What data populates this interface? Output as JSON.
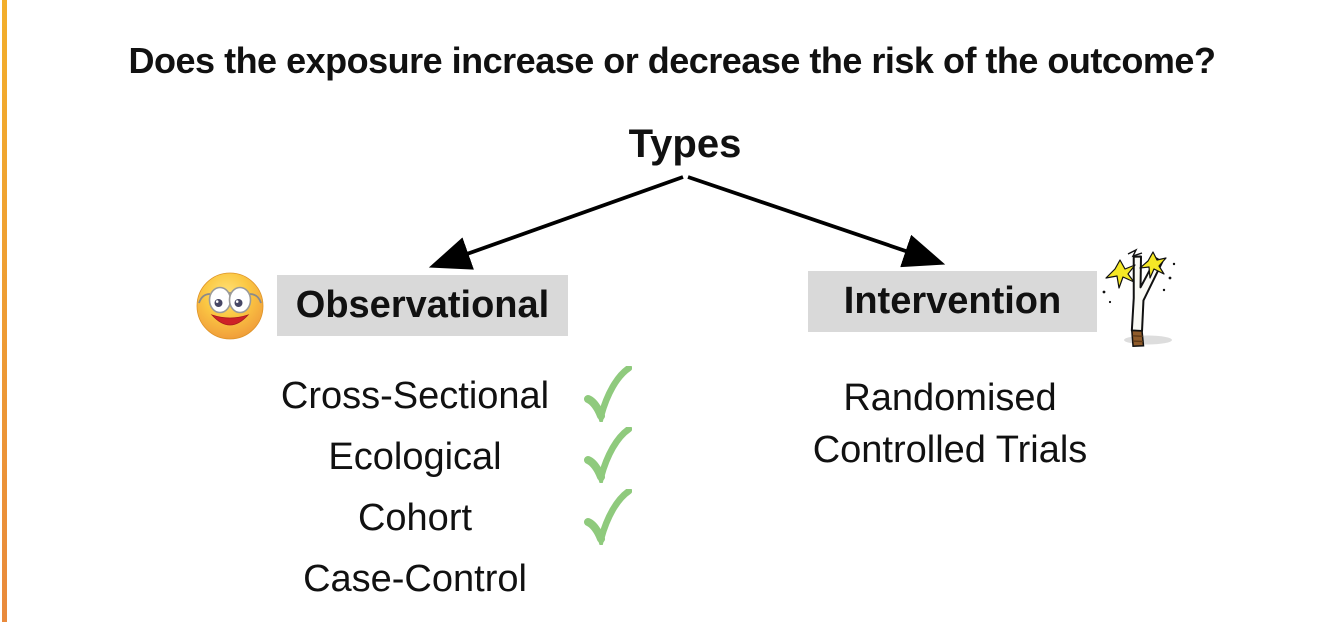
{
  "page": {
    "title": "Does the exposure increase or decrease the risk of the outcome?"
  },
  "colors": {
    "accent_bar_top": "#F3AF2B",
    "accent_bar_bottom": "#E98A3C",
    "highlight_gray": "#D9D9D9",
    "checkmark_green": "#8FCA7D",
    "text": "#111111"
  },
  "tree": {
    "root_label": "Types",
    "observational": {
      "label": "Observational",
      "icon": "smiley-face-with-glasses-icon",
      "items": [
        {
          "label": "Cross-Sectional",
          "checked": true
        },
        {
          "label": "Ecological",
          "checked": true
        },
        {
          "label": "Cohort",
          "checked": true
        },
        {
          "label": "Case-Control",
          "checked": false
        }
      ]
    },
    "intervention": {
      "label": "Intervention",
      "icon": "magic-wand-icon",
      "items": [
        {
          "label": "Randomised Controlled Trials",
          "checked": false
        }
      ]
    }
  }
}
